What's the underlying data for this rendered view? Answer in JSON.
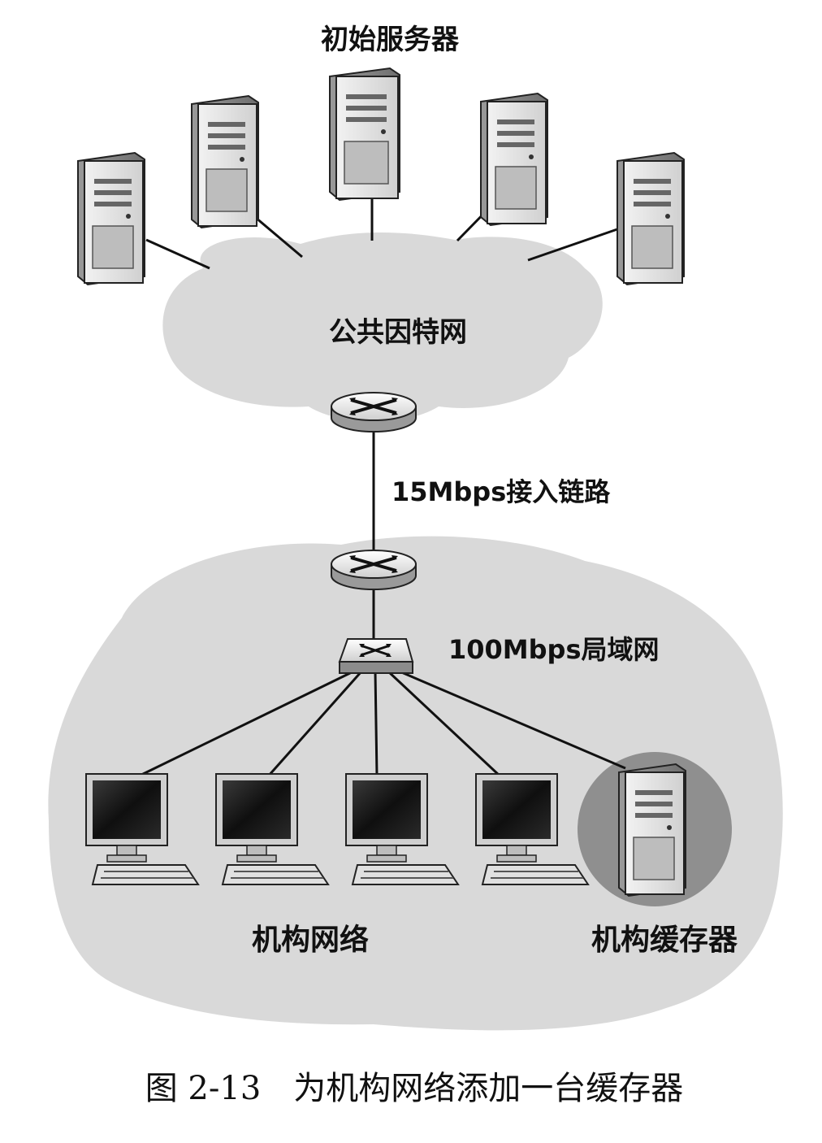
{
  "labels": {
    "origin_servers": "初始服务器",
    "public_internet": "公共因特网",
    "access_link": "15Mbps接入链路",
    "lan": "100Mbps局域网",
    "institutional_network": "机构网络",
    "institutional_cache": "机构缓存器"
  },
  "caption": "图 2-13　为机构网络添加一台缓存器",
  "colors": {
    "cloud": "#d9d9d9",
    "cache_highlight": "#8f8f8f",
    "line": "#111111"
  }
}
